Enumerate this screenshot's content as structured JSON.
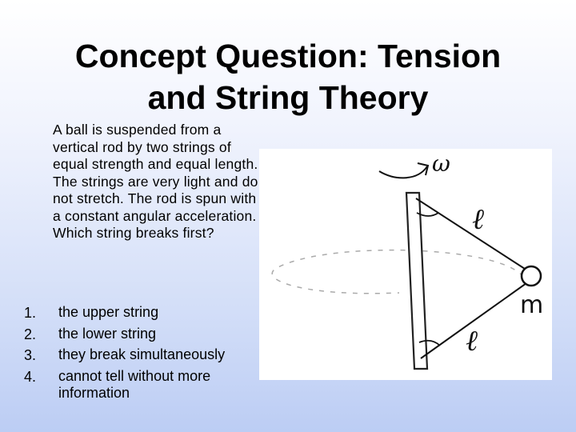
{
  "slide": {
    "title_line1": "Concept Question: Tension",
    "title_line2": "and String Theory",
    "question": "A ball is suspended from a vertical rod by two strings of equal strength and equal length. The strings are very light and do not stretch. The rod is spun with a constant angular acceleration. Which string breaks first?",
    "options": [
      {
        "number": "1.",
        "text": "the upper string"
      },
      {
        "number": "2.",
        "text": "the lower string"
      },
      {
        "number": "3.",
        "text": "they break simultaneously"
      },
      {
        "number": "4.",
        "text": "cannot tell without more information"
      }
    ]
  },
  "figure": {
    "labels": {
      "omega": "ω",
      "upper_length": "ℓ",
      "lower_length": "ℓ",
      "mass": "m"
    }
  }
}
